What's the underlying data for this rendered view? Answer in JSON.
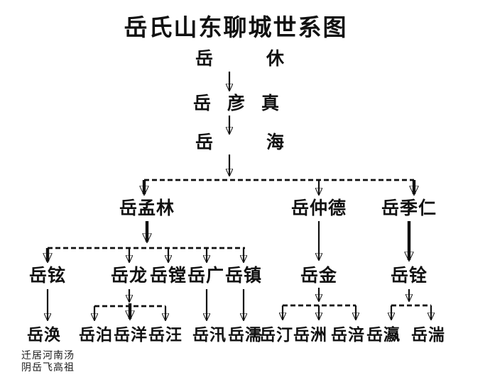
{
  "title": "岳氏山东聊城世系图",
  "annotation": {
    "line1": "迁居河南汤",
    "line2": "阴岳飞高祖"
  },
  "colors": {
    "ink": "#111111",
    "background": "#ffffff"
  },
  "tree": {
    "nodes": {
      "xiu": "岳休",
      "yanzhen": "岳彦真",
      "hai": "岳海",
      "menglin": "岳孟林",
      "zhongde": "岳仲德",
      "jiren": "岳季仁",
      "xuan": "岳铉",
      "long": "岳龙",
      "tang": "岳镗",
      "guang": "岳广",
      "zhen": "岳镇",
      "jin": "岳金",
      "quan": "岳铨",
      "huan": "岳涣",
      "bo": "岳泊",
      "yang": "岳洋",
      "wang": "岳汪",
      "xun": "岳汛",
      "ru": "岳濡",
      "ting": "岳汀",
      "zhou": "岳洲",
      "fu": "岳涪",
      "ying": "岳瀛",
      "tuan": "岳湍"
    },
    "lineage": [
      {
        "parent": "岳休",
        "children": [
          "岳彦真"
        ]
      },
      {
        "parent": "岳彦真",
        "children": [
          "岳海"
        ]
      },
      {
        "parent": "岳海",
        "children": [
          "岳孟林",
          "岳仲德",
          "岳季仁"
        ]
      },
      {
        "parent": "岳孟林",
        "children": [
          "岳铉",
          "岳龙",
          "岳镗",
          "岳广",
          "岳镇"
        ]
      },
      {
        "parent": "岳铉",
        "children": [
          "岳涣"
        ]
      },
      {
        "parent": "岳龙",
        "children": [
          "岳泊",
          "岳洋",
          "岳汪"
        ]
      },
      {
        "parent": "岳广",
        "children": [
          "岳汛"
        ]
      },
      {
        "parent": "岳镇",
        "children": [
          "岳濡"
        ]
      },
      {
        "parent": "岳仲德",
        "children": [
          "岳金"
        ]
      },
      {
        "parent": "岳金",
        "children": [
          "岳汀",
          "岳洲",
          "岳涪"
        ]
      },
      {
        "parent": "岳季仁",
        "children": [
          "岳铨"
        ]
      },
      {
        "parent": "岳铨",
        "children": [
          "岳瀛",
          "岳湍"
        ]
      }
    ]
  }
}
